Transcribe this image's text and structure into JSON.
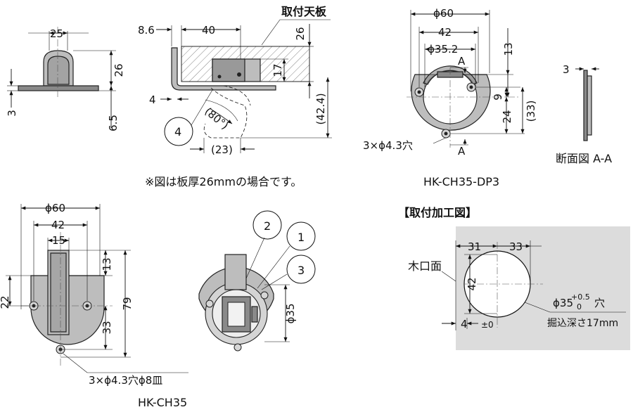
{
  "views": {
    "side_top": {
      "dim_width": "25",
      "dim_height": "26",
      "dim_plate": "3",
      "dim_base": "6.5"
    },
    "mount_section": {
      "label_top": "取付天板",
      "dim_offset": "8.6",
      "dim_width": "40",
      "dim_board": "26",
      "dim_17": "17",
      "dim_4": "4",
      "dim_angle": "(80°)",
      "dim_424": "(42.4)",
      "dim_23": "(23)",
      "callout_4": "4"
    },
    "dp3": {
      "dim_phi60": "ϕ60",
      "dim_42": "42",
      "dim_phi352": "ϕ35.2",
      "dim_13": "13",
      "dim_9": "9",
      "dim_24": "24",
      "dim_33": "(33)",
      "label_a_top": "A",
      "label_a_bottom": "A",
      "hole_note": "3×ϕ4.3穴"
    },
    "section_aa": {
      "dim_3": "3",
      "label": "断面図 A-A"
    },
    "hk_ch35": {
      "dim_phi60": "ϕ60",
      "dim_42": "42",
      "dim_15": "15",
      "dim_13": "13",
      "dim_22": "22",
      "dim_79": "79",
      "dim_33": "33",
      "hole_note": "3×ϕ4.3穴ϕ8皿"
    },
    "rear": {
      "callout_1": "1",
      "callout_2": "2",
      "callout_3": "3",
      "dim_phi35": "ϕ35"
    },
    "mounting": {
      "title": "【取付加工図】",
      "label_edge": "木口面",
      "dim_31": "31",
      "dim_33": "33",
      "dim_42": "42",
      "dim_4": "4",
      "tol_pm0": "±0",
      "hole_main": "ϕ35",
      "hole_tol_upper": "+0.5",
      "hole_tol_lower": "0",
      "hole_suffix": "穴",
      "depth_note": "掘込深さ17mm"
    }
  },
  "notes": {
    "board_note": "※図は板厚26mmの場合です。"
  },
  "captions": {
    "dp3": "HK-CH35-DP3",
    "ch35": "HK-CH35"
  }
}
